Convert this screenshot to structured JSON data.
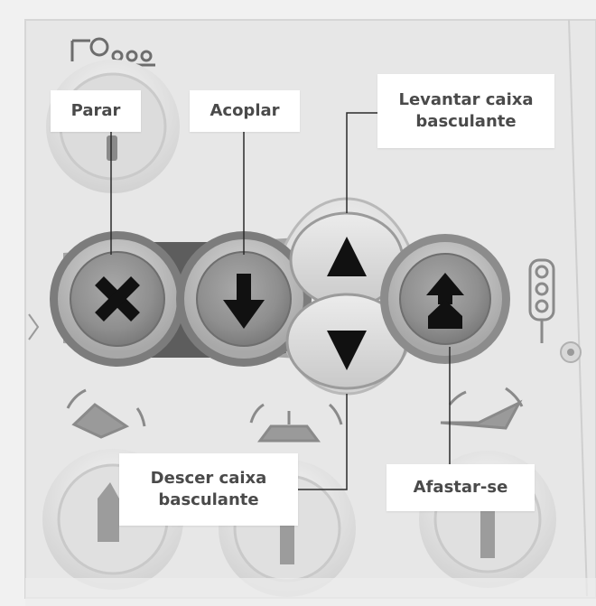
{
  "callouts": {
    "stop": {
      "label": "Parar"
    },
    "couple": {
      "label": "Acoplar"
    },
    "raise_bin": {
      "line1": "Levantar caixa",
      "line2": "basculante"
    },
    "lower_bin": {
      "line1": "Descer caixa",
      "line2": "basculante"
    },
    "move_away": {
      "label": "Afastar-se"
    }
  },
  "buttons": [
    {
      "name": "stop-button",
      "icon": "x-icon"
    },
    {
      "name": "couple-button",
      "icon": "arrow-down-icon"
    },
    {
      "name": "raise-bin-button",
      "icon": "triangle-up-icon"
    },
    {
      "name": "lower-bin-button",
      "icon": "triangle-down-icon"
    },
    {
      "name": "move-away-button",
      "icon": "double-arrow-up-icon"
    }
  ],
  "colors": {
    "panel": "#e9e9e9",
    "button_ring": "#8d8d8d",
    "button_face": "#9a9a9a",
    "icon": "#111111",
    "callout_bg": "#ffffff",
    "callout_text": "#4a4a4a",
    "leader_line": "#2b2b2b"
  }
}
